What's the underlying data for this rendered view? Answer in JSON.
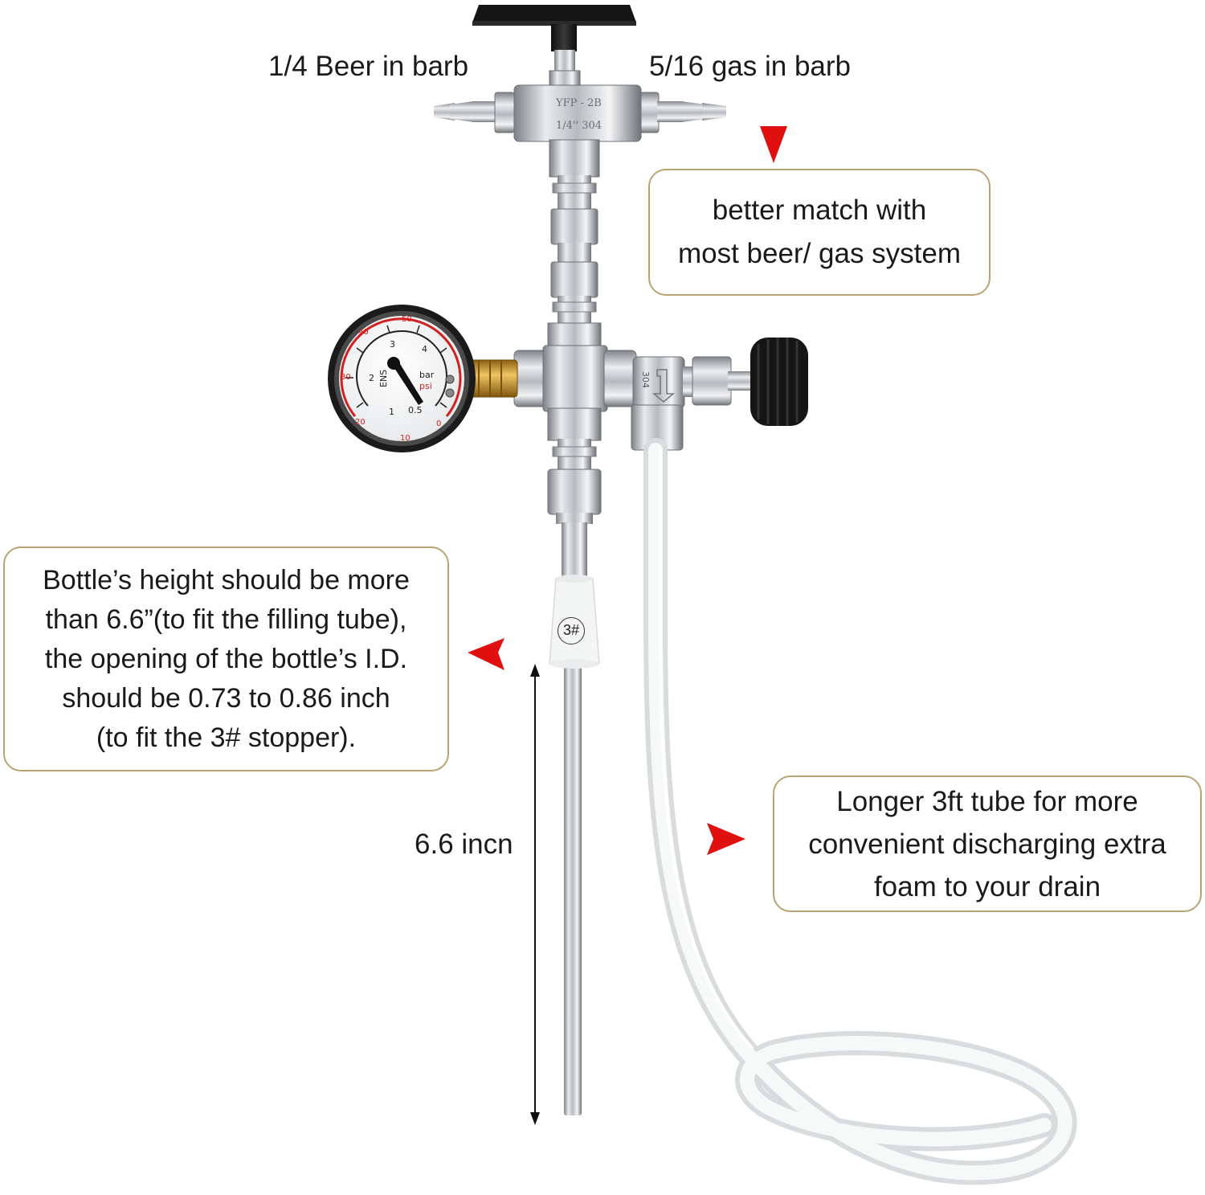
{
  "labels": {
    "beer_in": "1/4 Beer in barb",
    "gas_in": "5/16 gas in barb",
    "tube_length": "6.6 incn"
  },
  "callouts": {
    "system_match": [
      "better match with",
      "most beer/ gas system"
    ],
    "bottle_requirements": [
      "Bottle’s height should be more",
      "than 6.6”(to fit the filling tube),",
      "the opening of the bottle’s I.D.",
      "should be 0.73 to 0.86 inch",
      "(to fit the 3# stopper)."
    ],
    "discharge_tube": [
      "Longer 3ft tube for  more",
      "convenient discharging extra",
      "foam to your drain"
    ]
  },
  "stopper": {
    "marking": "3#"
  },
  "fitting_marks": {
    "body_top": "YFP - 2B",
    "body_bottom": "1/4'' 304",
    "valve_body": "304"
  },
  "gauge": {
    "brand": "ENS",
    "units_inner": "bar",
    "units_outer": "psi",
    "bar_ticks": [
      "0.5",
      "1",
      "2",
      "3",
      "4"
    ],
    "psi_ticks": [
      "0",
      "10",
      "20",
      "30",
      "40",
      "50"
    ]
  },
  "colors": {
    "arrow": "#e01010",
    "callout_border": "#b8a374",
    "text": "#1a1a1a",
    "steel": "#c9ccd0",
    "brass": "#c8962e",
    "knob": "#1c1c1c"
  },
  "icons": {
    "pointer_arrow": "red-triangle-arrow",
    "dimension": "double-headed-arrow"
  }
}
